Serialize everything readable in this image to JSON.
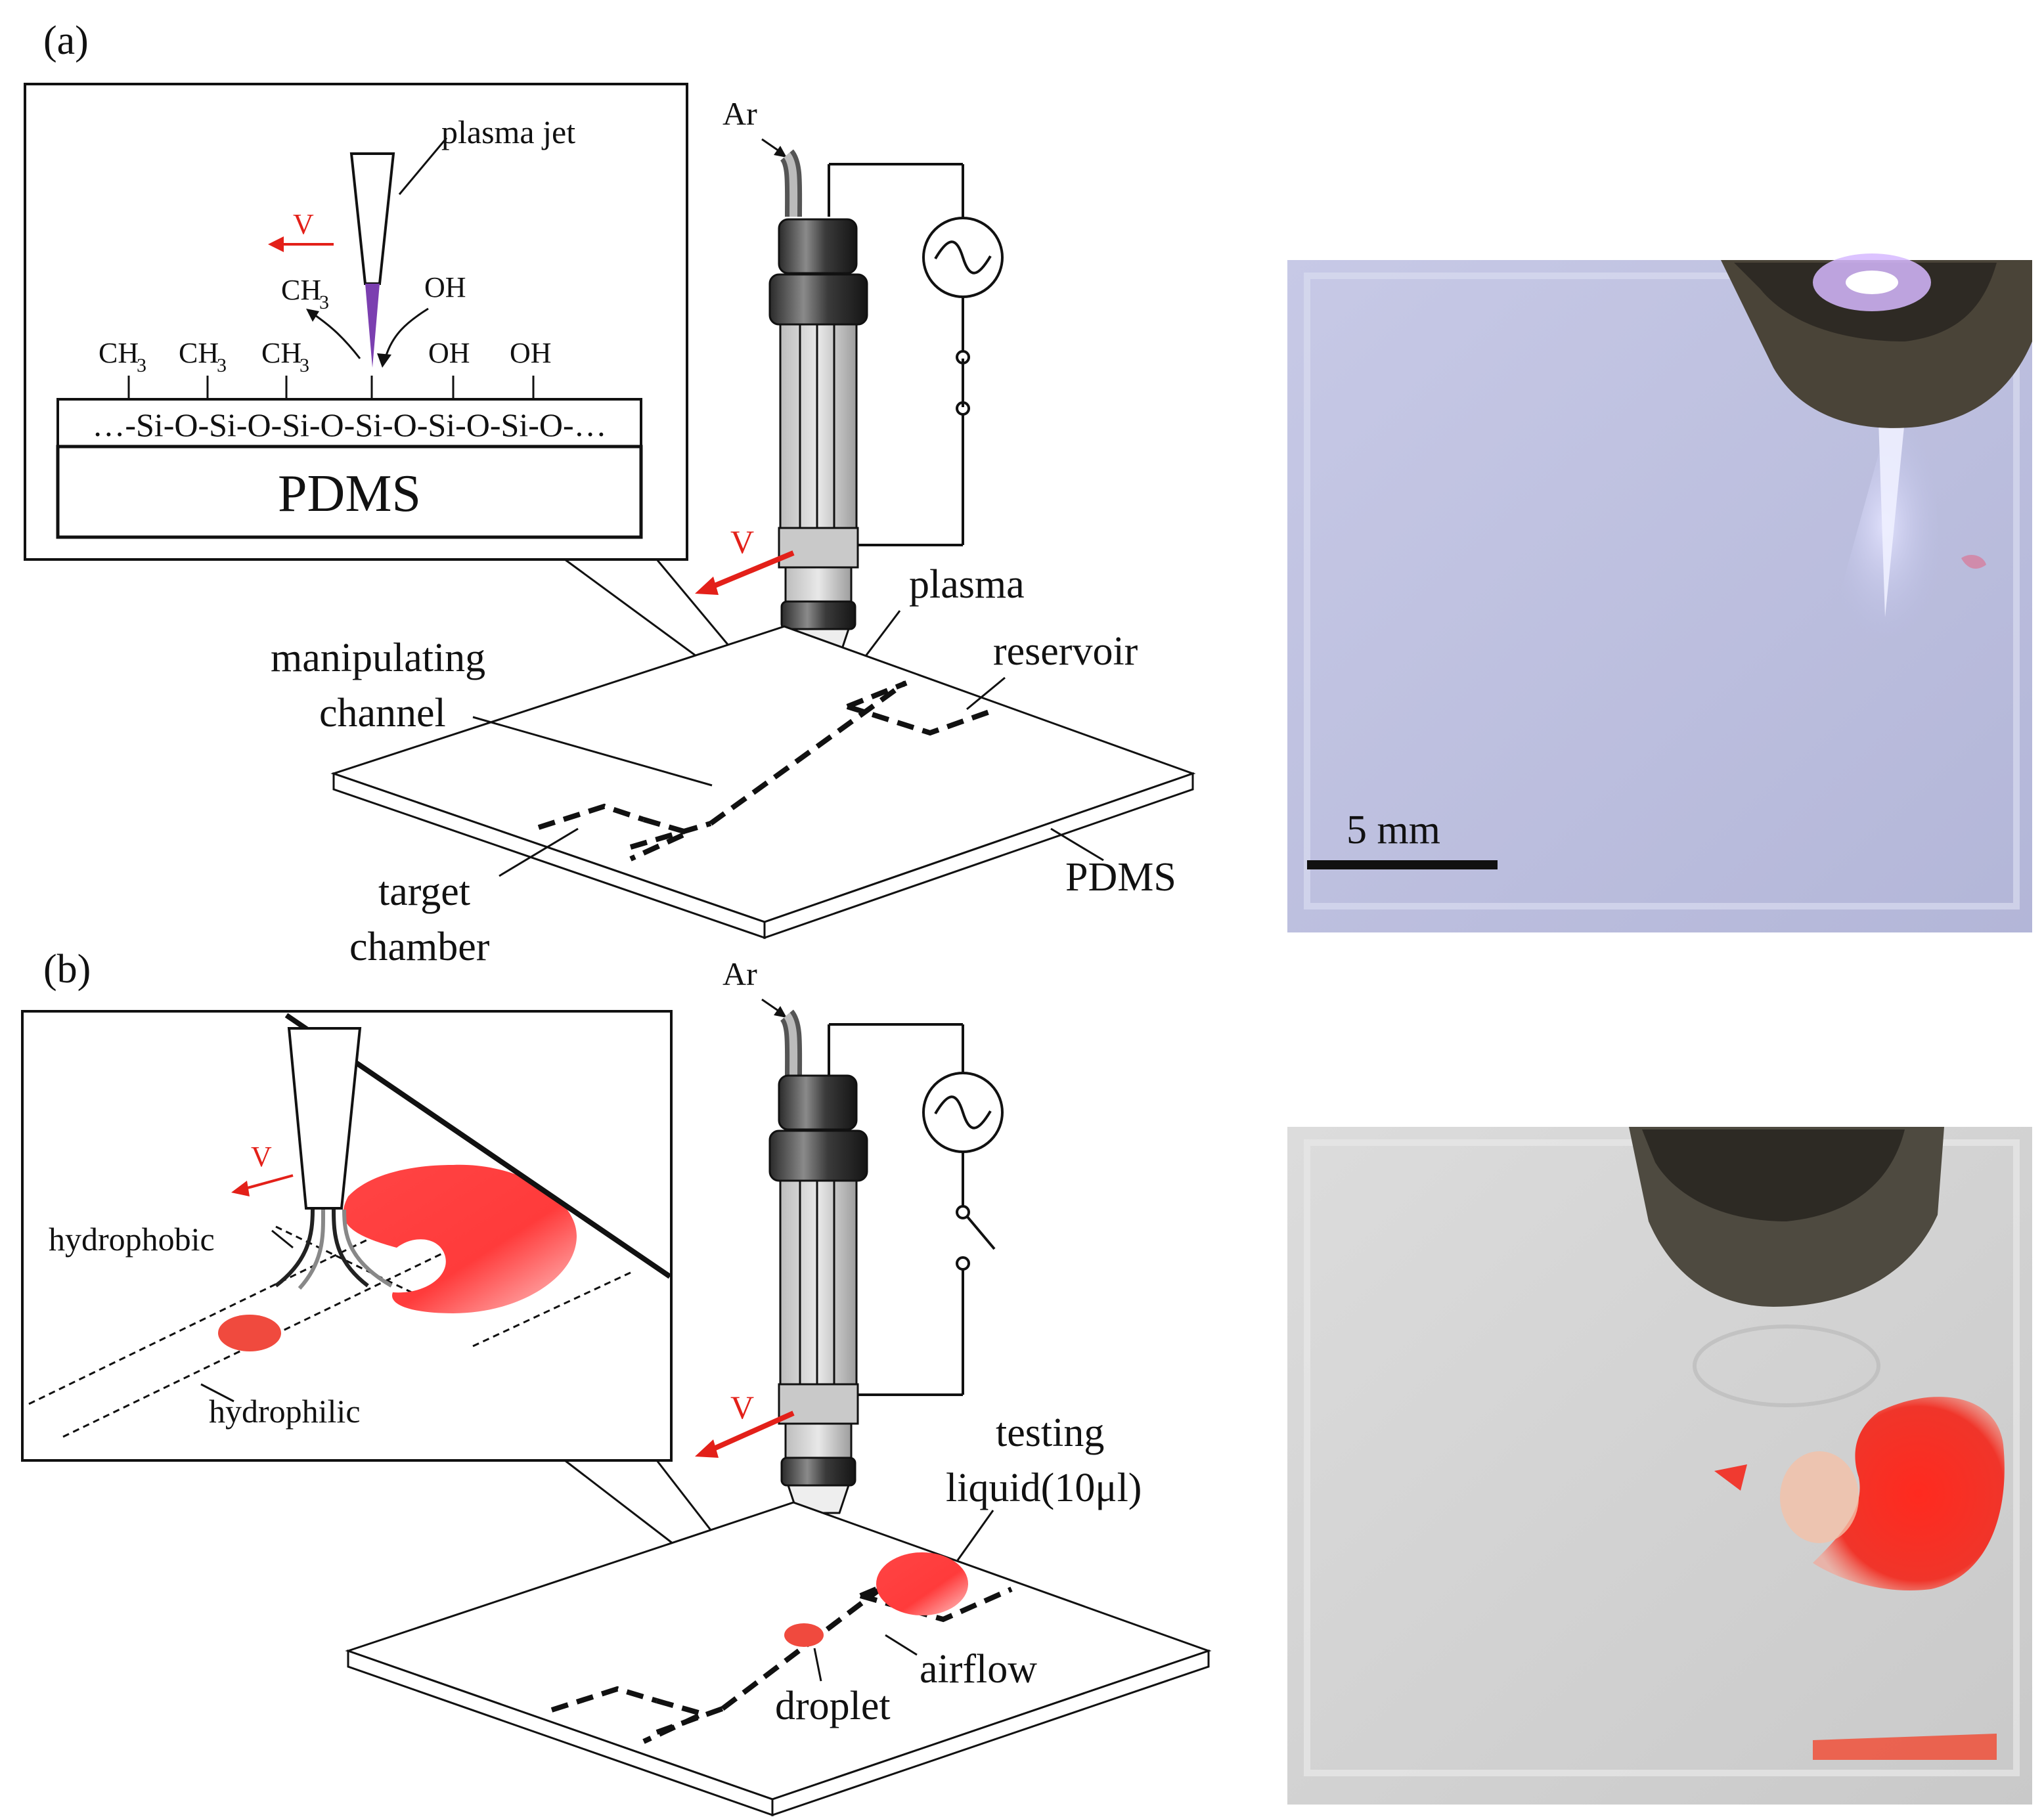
{
  "panel_a": {
    "letter": "(a)",
    "inset": {
      "plasma_jet": "plasma jet",
      "velocity": "V",
      "groups_left": [
        "CH",
        "CH",
        "CH"
      ],
      "subscript": "3",
      "groups_right": [
        "OH",
        "OH"
      ],
      "detached_methyl": "CH",
      "new_hydroxyl": "OH",
      "backbone": "…-Si-O-Si-O-Si-O-Si-O-Si-O-Si-O-…",
      "substrate": "PDMS"
    },
    "gas": "Ar",
    "velocity": "V",
    "plasma": "plasma",
    "manipulating_1": "manipulating",
    "manipulating_2": "channel",
    "reservoir": "reservoir",
    "target_1": "target",
    "target_2": "chamber",
    "pdms": "PDMS"
  },
  "panel_b": {
    "letter": "(b)",
    "inset": {
      "velocity": "V",
      "hydrophobic": "hydrophobic",
      "hydrophilic": "hydrophilic"
    },
    "gas": "Ar",
    "velocity": "V",
    "testing_1": "testing",
    "testing_2": "liquid(10μl)",
    "airflow": "airflow",
    "droplet": "droplet"
  },
  "photo_a": {
    "scale_bar": "5 mm"
  },
  "colors": {
    "accent_red": "#e32019",
    "plasma_purple": "#7b3fb0"
  }
}
